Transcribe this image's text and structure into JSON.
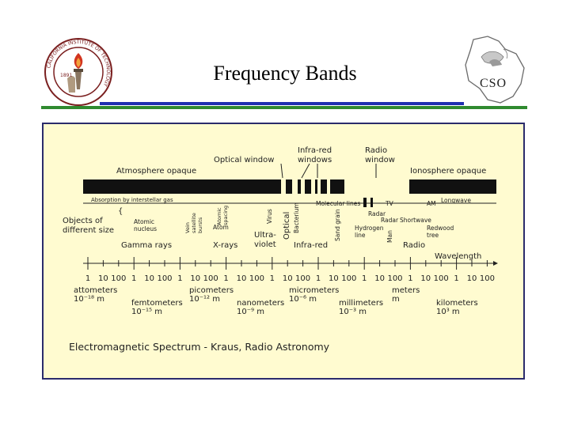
{
  "slide": {
    "title": "Frequency Bands",
    "colors": {
      "rule_green": "#2f8a2f",
      "rule_blue": "#1f2fb0",
      "figure_bg": "#fffbd0",
      "frame": "#2b2b6b"
    }
  },
  "logos": {
    "caltech": {
      "ring_text": "CALIFORNIA INSTITUTE OF TECHNOLOGY",
      "year": "1891",
      "icon": "torch-icon"
    },
    "cso": {
      "text": "CSO",
      "icon": "island-icon"
    }
  },
  "figure": {
    "caption": "Electromagnetic Spectrum - Kraus, Radio Astronomy",
    "top_labels": {
      "optical_window": "Optical window",
      "infrared_windows": [
        "Infra-red",
        "windows"
      ],
      "radio_window": [
        "Radio",
        "window"
      ],
      "atmosphere_opaque": "Atmosphere opaque",
      "ionosphere_opaque": "Ionosphere opaque"
    },
    "band_labels": {
      "absorption": "Absorption by interstellar gas",
      "molecular_lines": "Molecular lines",
      "tv": "TV",
      "am": "AM",
      "longwave": "Longwave",
      "radar1": "Radar",
      "radar2": "Radar",
      "shortwave": "Shortwave",
      "hydrogen_line": [
        "Hydrogen",
        "line"
      ]
    },
    "objects": {
      "heading": [
        "Objects of",
        "different size"
      ],
      "atomic_nucleus": [
        "Atomic",
        "nucleus"
      ],
      "vein": [
        "Vein",
        "satellite",
        "bursts"
      ],
      "atomic_spacing": [
        "Atomic",
        "spacing"
      ],
      "atom": "Atom",
      "virus": "Virus",
      "bacterium": "Bacterium",
      "sand_grain": "Sand grain",
      "man": "Man",
      "redwood_tree": [
        "Redwood",
        "tree"
      ]
    },
    "regions": {
      "gamma": "Gamma rays",
      "xrays": "X-rays",
      "ultraviolet": [
        "Ultra-",
        "violet"
      ],
      "optical": "Optical",
      "infrared": "Infra-red",
      "radio": "Radio",
      "wavelength": "Wavelength"
    },
    "ticks": [
      "1",
      "10",
      "100",
      "1",
      "10",
      "100",
      "1",
      "10",
      "100",
      "1",
      "10",
      "100",
      "1",
      "10",
      "100",
      "1",
      "10",
      "100",
      "1",
      "10",
      "100",
      "1",
      "10",
      "100",
      "1",
      "10",
      "100"
    ],
    "units": {
      "attometers": {
        "name": "attometers",
        "exp": "10⁻¹⁸ m"
      },
      "femtometers": {
        "name": "femtometers",
        "exp": "10⁻¹⁵ m"
      },
      "picometers": {
        "name": "picometers",
        "exp": "10⁻¹² m"
      },
      "nanometers": {
        "name": "nanometers",
        "exp": "10⁻⁹ m"
      },
      "micrometers": {
        "name": "micrometers",
        "exp": "10⁻⁶ m"
      },
      "millimeters": {
        "name": "millimeters",
        "exp": "10⁻³ m"
      },
      "meters": {
        "name": "meters",
        "exp": "m"
      },
      "kilometers": {
        "name": "kilometers",
        "exp": "10³ m"
      }
    }
  }
}
